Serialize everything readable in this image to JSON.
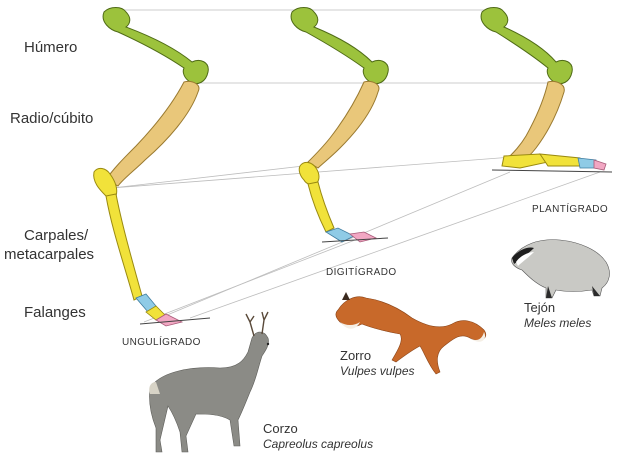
{
  "bone_labels": {
    "humero": "Húmero",
    "radio": "Radio/cúbito",
    "carpales_1": "Carpales/",
    "carpales_2": "metacarpales",
    "falanges": "Falanges"
  },
  "categories": {
    "ungulado": "UNGULÍGRADO",
    "digitigrado": "DIGITÍGRADO",
    "plantigrado": "PLANTÍGRADO"
  },
  "animals": {
    "corzo": {
      "name": "Corzo",
      "scientific": "Capreolus capreolus"
    },
    "zorro": {
      "name": "Zorro",
      "scientific": "Vulpes vulpes"
    },
    "tejon": {
      "name": "Tejón",
      "scientific": "Meles meles"
    }
  },
  "colors": {
    "humerus": "#9cc23c",
    "radius_ulna": "#e9c77a",
    "carpals": "#f1e23a",
    "carpal_blue": "#8fcbe6",
    "phalanx_pink": "#f2a7c3",
    "guide_lines": "#b9b9b9"
  }
}
